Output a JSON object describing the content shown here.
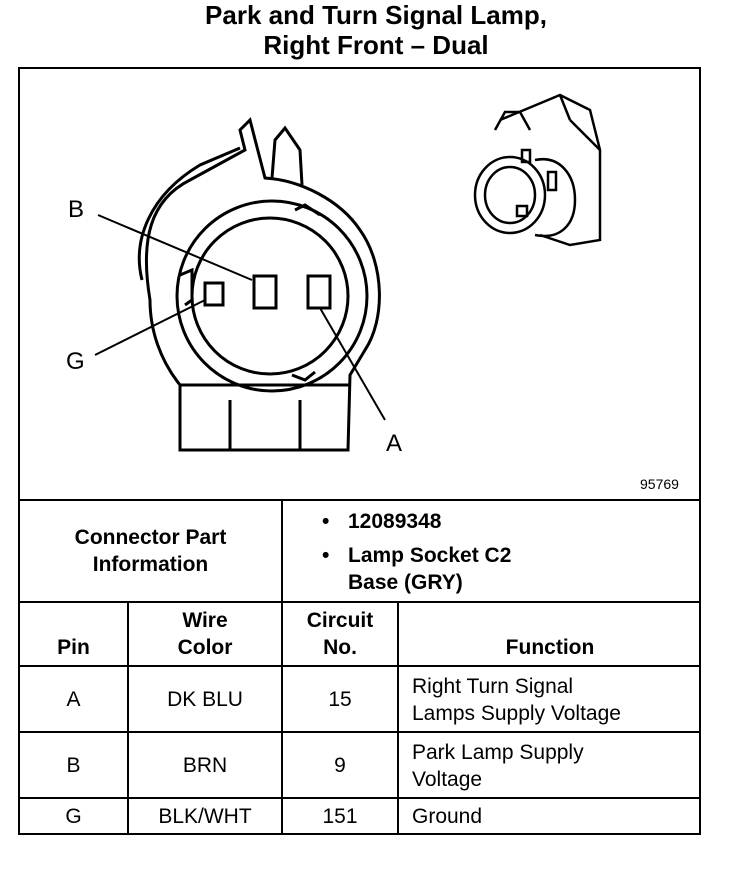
{
  "title": {
    "line1": "Park and Turn Signal Lamp,",
    "line2": "Right Front – Dual"
  },
  "figure": {
    "callouts": [
      "B",
      "G",
      "A"
    ],
    "figure_id": "95769"
  },
  "connector_info": {
    "label_line1": "Connector Part",
    "label_line2": "Information",
    "bullet": "•",
    "part_number": "12089348",
    "description_line1": "Lamp Socket C2",
    "description_line2": "Base (GRY)"
  },
  "table": {
    "headers": {
      "pin": "Pin",
      "wire_color_1": "Wire",
      "wire_color_2": "Color",
      "circuit_1": "Circuit",
      "circuit_2": "No.",
      "function": "Function"
    },
    "rows": [
      {
        "pin": "A",
        "wire_color": "DK BLU",
        "circuit": "15",
        "function_line1": "Right Turn Signal",
        "function_line2": "Lamps Supply Voltage"
      },
      {
        "pin": "B",
        "wire_color": "BRN",
        "circuit": "9",
        "function_line1": "Park Lamp Supply",
        "function_line2": "Voltage"
      },
      {
        "pin": "G",
        "wire_color": "BLK/WHT",
        "circuit": "151",
        "function_line1": "Ground",
        "function_line2": ""
      }
    ]
  }
}
